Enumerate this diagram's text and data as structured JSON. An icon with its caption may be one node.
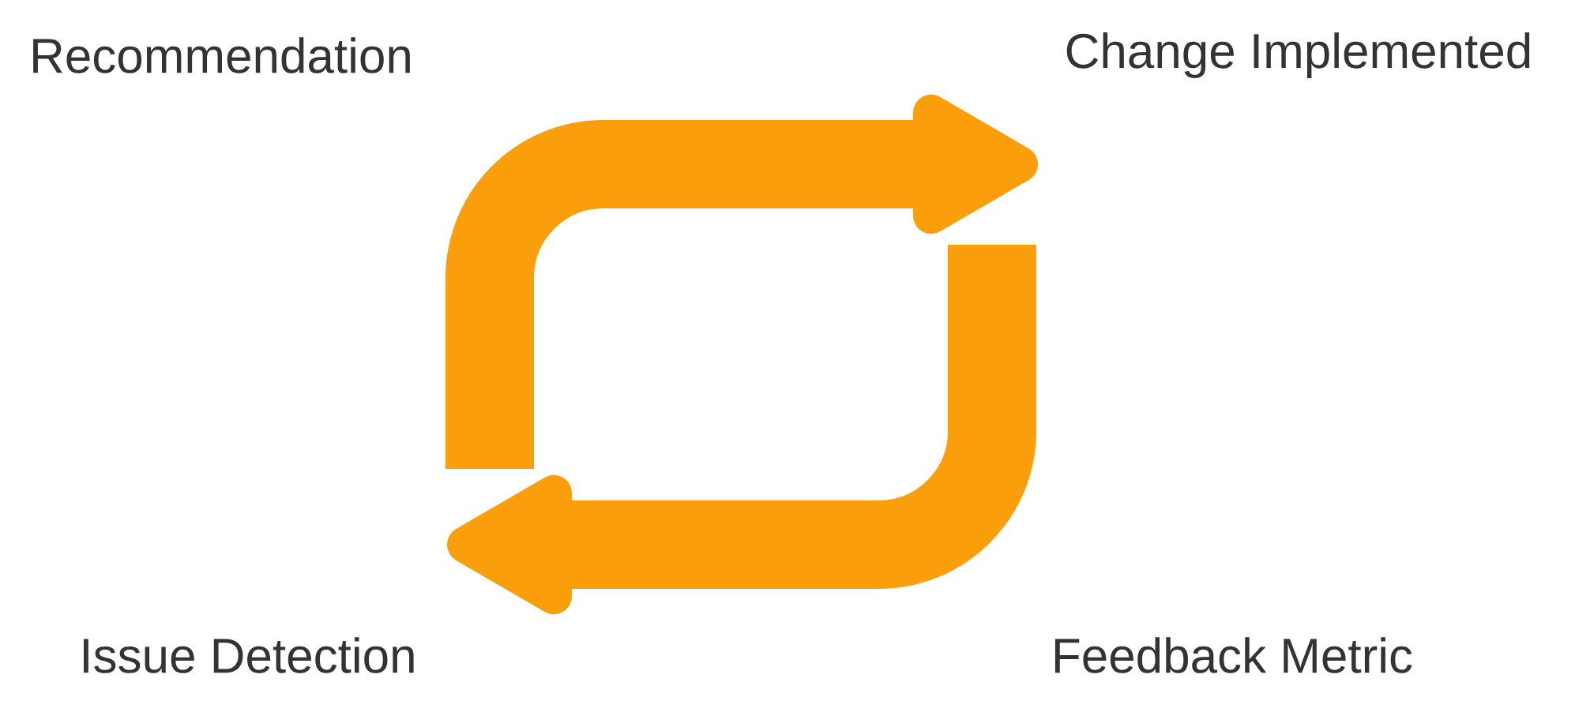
{
  "diagram": {
    "nodes": [
      {
        "text": [
          "Recommendation"
        ]
      },
      {
        "text": [
          "Change Implemented"
        ]
      },
      {
        "text": [
          "Issue Detection"
        ]
      },
      {
        "text": [
          "Feedback Metric"
        ]
      }
    ]
  }
}
